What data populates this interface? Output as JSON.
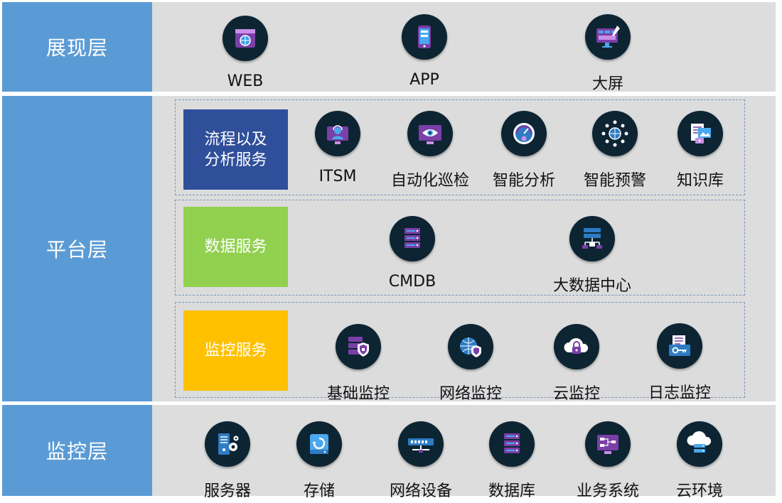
{
  "layers": {
    "presentation": {
      "label": "展现层",
      "items": [
        {
          "label": "WEB",
          "icon": "web-browser-icon"
        },
        {
          "label": "APP",
          "icon": "mobile-app-icon"
        },
        {
          "label": "大屏",
          "icon": "dashboard-screen-icon"
        }
      ]
    },
    "platform": {
      "label": "平台层",
      "groups": [
        {
          "title": "流程以及\n分析服务",
          "color": "#2f4f9b",
          "items": [
            {
              "label": "ITSM",
              "icon": "service-desk-icon"
            },
            {
              "label": "自动化巡检",
              "icon": "inspection-eye-icon"
            },
            {
              "label": "智能分析",
              "icon": "gauge-analysis-icon"
            },
            {
              "label": "智能预警",
              "icon": "alert-network-icon"
            },
            {
              "label": "知识库",
              "icon": "knowledge-base-icon"
            }
          ]
        },
        {
          "title": "数据服务",
          "color": "#92d050",
          "items": [
            {
              "label": "CMDB",
              "icon": "cmdb-server-icon"
            },
            {
              "label": "大数据中心",
              "icon": "big-data-center-icon"
            }
          ]
        },
        {
          "title": "监控服务",
          "color": "#ffc000",
          "items": [
            {
              "label": "基础监控",
              "icon": "server-shield-icon"
            },
            {
              "label": "网络监控",
              "icon": "globe-shield-icon"
            },
            {
              "label": "云监控",
              "icon": "cloud-lock-icon"
            },
            {
              "label": "日志监控",
              "icon": "log-key-icon"
            }
          ]
        }
      ]
    },
    "monitoring": {
      "label": "监控层",
      "items": [
        {
          "label": "服务器",
          "icon": "server-gear-icon"
        },
        {
          "label": "存储",
          "icon": "storage-disk-icon"
        },
        {
          "label": "网络设备",
          "icon": "network-switch-icon"
        },
        {
          "label": "数据库",
          "icon": "database-server-icon"
        },
        {
          "label": "业务系统",
          "icon": "business-system-icon"
        },
        {
          "label": "云环境",
          "icon": "cloud-environment-icon"
        }
      ]
    }
  },
  "colors": {
    "layer_label_bg": "#5b9bd5",
    "panel_bg": "#dddddd",
    "icon_circle": "#0d2433",
    "icon_accent_purple": "#7b3fa8",
    "icon_accent_blue": "#2e7cc4"
  }
}
